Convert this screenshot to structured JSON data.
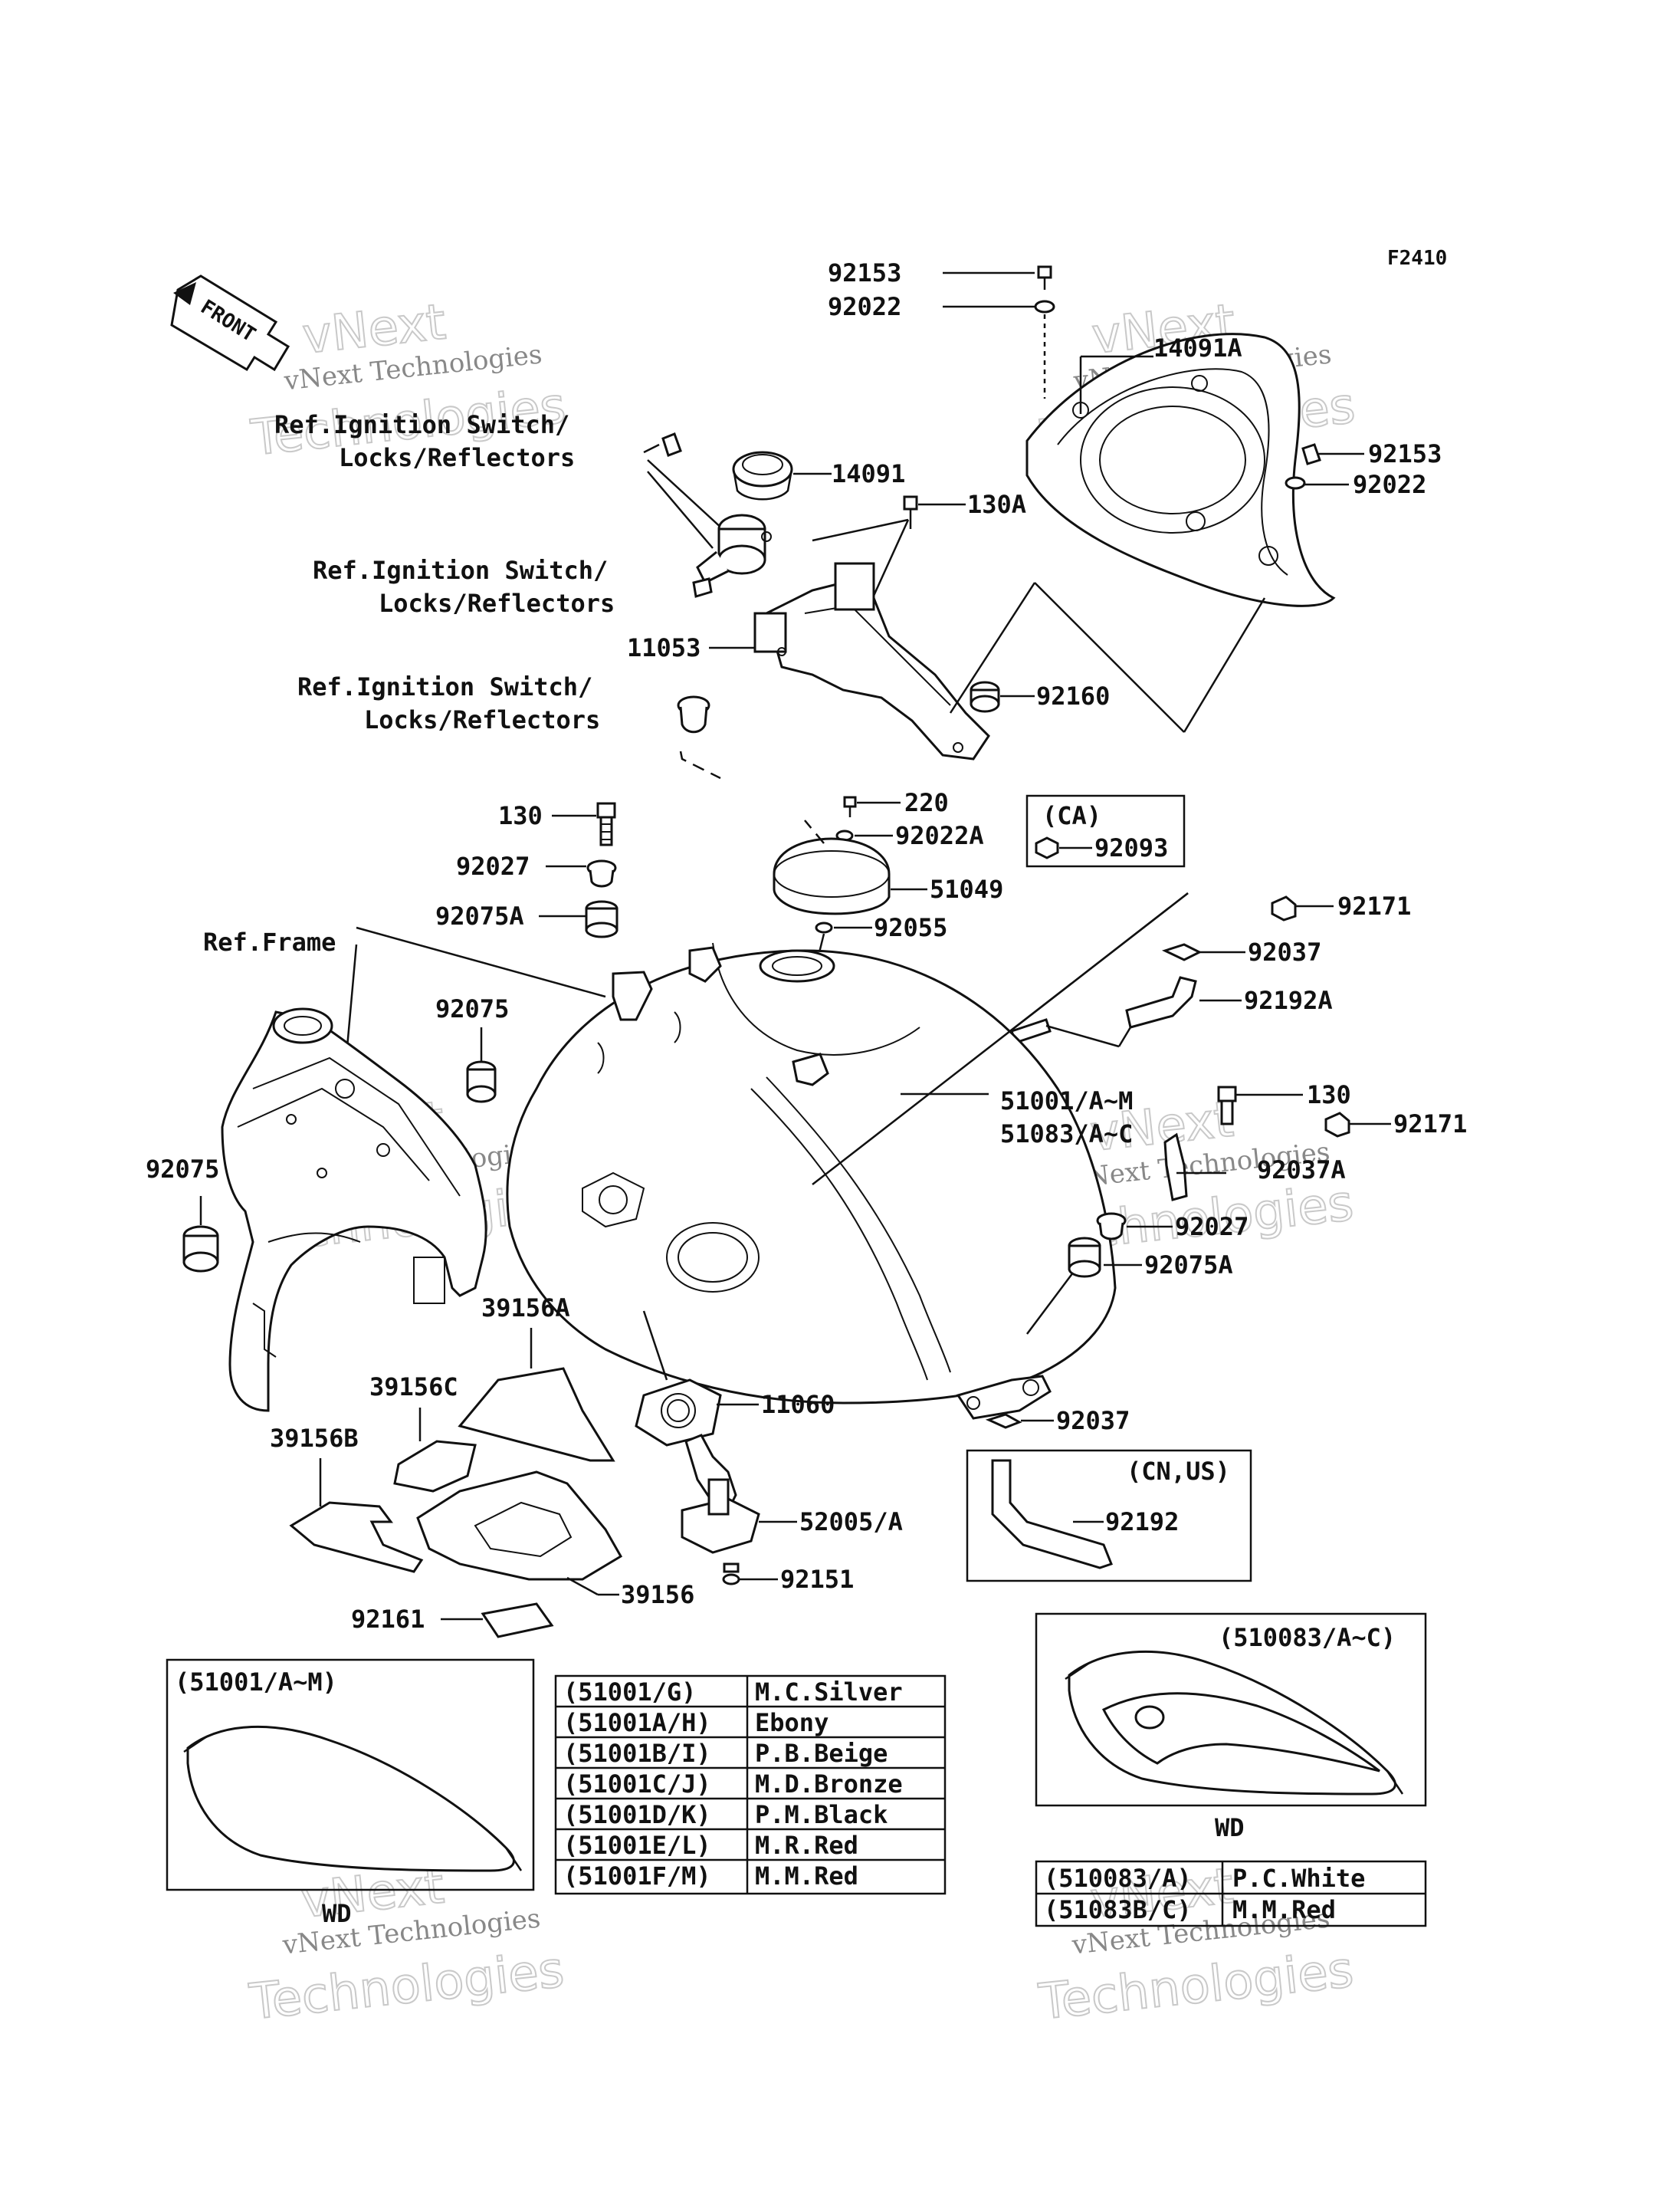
{
  "figure_code": "F2410",
  "front_label": "FRONT",
  "watermark": {
    "brand": "vNext",
    "name": "vNext Technologies",
    "word": "Technologies"
  },
  "labels": {
    "p92153a": "92153",
    "p92022a": "92022",
    "p14091a": "14091A",
    "p92153b": "92153",
    "p92022b": "92022",
    "p14091": "14091",
    "p130a": "130A",
    "ref1a": "Ref.Ignition Switch/",
    "ref1b": "Locks/Reflectors",
    "ref2a": "Ref.Ignition Switch/",
    "ref2b": "Locks/Reflectors",
    "ref3a": "Ref.Ignition Switch/",
    "ref3b": "Locks/Reflectors",
    "p11053": "11053",
    "p92160": "92160",
    "p220": "220",
    "p92022A": "92022A",
    "ca_code": "(CA)",
    "p92093": "92093",
    "p130": "130",
    "p92027": "92027",
    "p51049": "51049",
    "p92075A": "92075A",
    "p92055": "92055",
    "p92171a": "92171",
    "p92037a": "92037",
    "ref_frame": "Ref.Frame",
    "p92075": "92075",
    "p92192A": "92192A",
    "p51001": "51001/A~M",
    "p51083": "51083/A~C",
    "p130b": "130",
    "p92171b": "92171",
    "p92037A": "92037A",
    "p92075c": "92075",
    "p92027b": "92027",
    "p92075A2": "92075A",
    "p39156A": "39156A",
    "p39156C": "39156C",
    "p11060": "11060",
    "p39156B": "39156B",
    "p92037b": "92037",
    "cnus_code": "(CN,US)",
    "p92192": "92192",
    "p52005": "52005/A",
    "p39156": "39156",
    "p92151": "92151",
    "p92161": "92161",
    "inset_left_title": "(51001/A~M)",
    "inset_left_caption": "WD",
    "inset_right_title": "(510083/A~C)",
    "inset_right_caption": "WD"
  },
  "color_table_left": [
    {
      "code": "(51001/G)",
      "color": "M.C.Silver"
    },
    {
      "code": "(51001A/H)",
      "color": "Ebony"
    },
    {
      "code": "(51001B/I)",
      "color": "P.B.Beige"
    },
    {
      "code": "(51001C/J)",
      "color": "M.D.Bronze"
    },
    {
      "code": "(51001D/K)",
      "color": "P.M.Black"
    },
    {
      "code": "(51001E/L)",
      "color": "M.R.Red"
    },
    {
      "code": "(51001F/M)",
      "color": "M.M.Red"
    }
  ],
  "color_table_right": [
    {
      "code": "(510083/A)",
      "color": "P.C.White"
    },
    {
      "code": "(51083B/C)",
      "color": "M.M.Red"
    }
  ]
}
